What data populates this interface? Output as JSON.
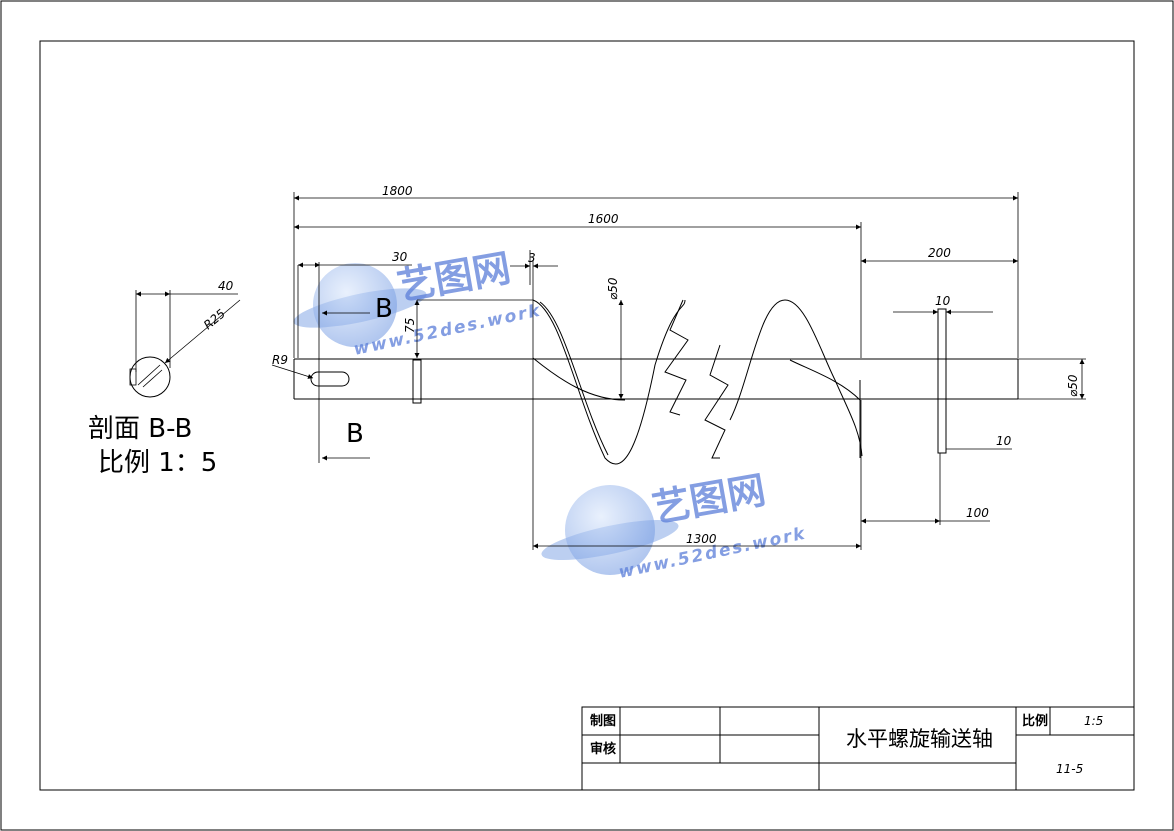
{
  "dimensions": {
    "overall_length": "1800",
    "shaft_length": "1600",
    "key_offset": "30",
    "key_width": "3",
    "flight_diameter": "⌀50",
    "key_height": "75",
    "slot_radius": "R9",
    "end_length": "200",
    "disc_thickness": "10",
    "shaft_diameter": "⌀50",
    "disc_offset": "10",
    "disc_to_end": "100",
    "flight_length": "1300"
  },
  "section_view": {
    "width_dim": "40",
    "radius_dim": "R25",
    "marker_top": "B",
    "marker_bottom": "B",
    "title": "剖面 B-B",
    "scale": "比例 1：5"
  },
  "watermark": {
    "cn_text": "艺图网",
    "url": "www.52des.work"
  },
  "title_block": {
    "drawn_label": "制图",
    "review_label": "审核",
    "part_name": "水平螺旋输送轴",
    "scale_label": "比例",
    "scale_value": "1:5",
    "drawing_number": "11-5"
  }
}
